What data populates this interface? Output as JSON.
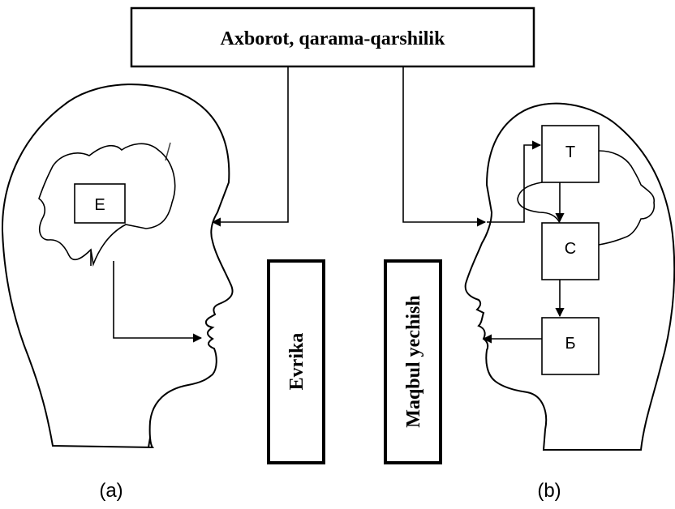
{
  "diagram": {
    "top_box_label": "Axborot, qarama-qarshilik",
    "left_head": {
      "inner_box_label": "E",
      "side_panel_label": "Evrika",
      "caption": "(a)"
    },
    "right_head": {
      "box_t_label": "T",
      "box_c_label": "C",
      "box_b_label": "Б",
      "side_panel_label": "Maqbul yechish",
      "caption": "(b)"
    }
  }
}
